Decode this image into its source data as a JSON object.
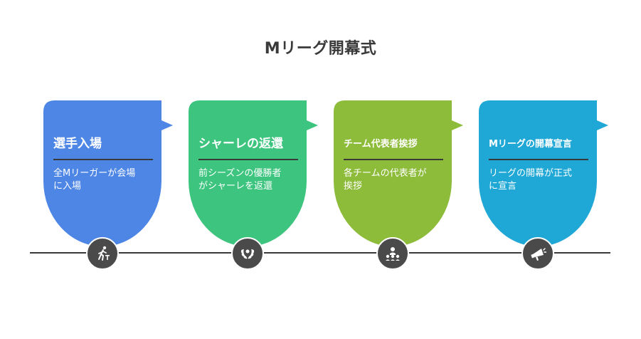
{
  "title": "Mリーグ開幕式",
  "colors": {
    "step1": "#4E86E6",
    "step2": "#3DC47E",
    "step3": "#8DBB3A",
    "step4": "#1FA7D6",
    "line": "#3a3a3a",
    "icon_bg": "#4a4a4a"
  },
  "steps": [
    {
      "heading": "選手入場",
      "description_line1": "全Mリーガーが会場",
      "description_line2": "に入場",
      "icon": "walking-person-icon"
    },
    {
      "heading": "シャーレの返還",
      "description_line1": "前シーズンの優勝者",
      "description_line2": "がシャーレを返還",
      "icon": "laurel-wreath-icon"
    },
    {
      "heading": "チーム代表者挨拶",
      "description_line1": "各チームの代表者が",
      "description_line2": "挨拶",
      "icon": "group-speaker-icon"
    },
    {
      "heading": "Mリーグの開幕宣言",
      "description_line1": "リーグの開幕が正式",
      "description_line2": "に宣言",
      "icon": "megaphone-icon"
    }
  ]
}
